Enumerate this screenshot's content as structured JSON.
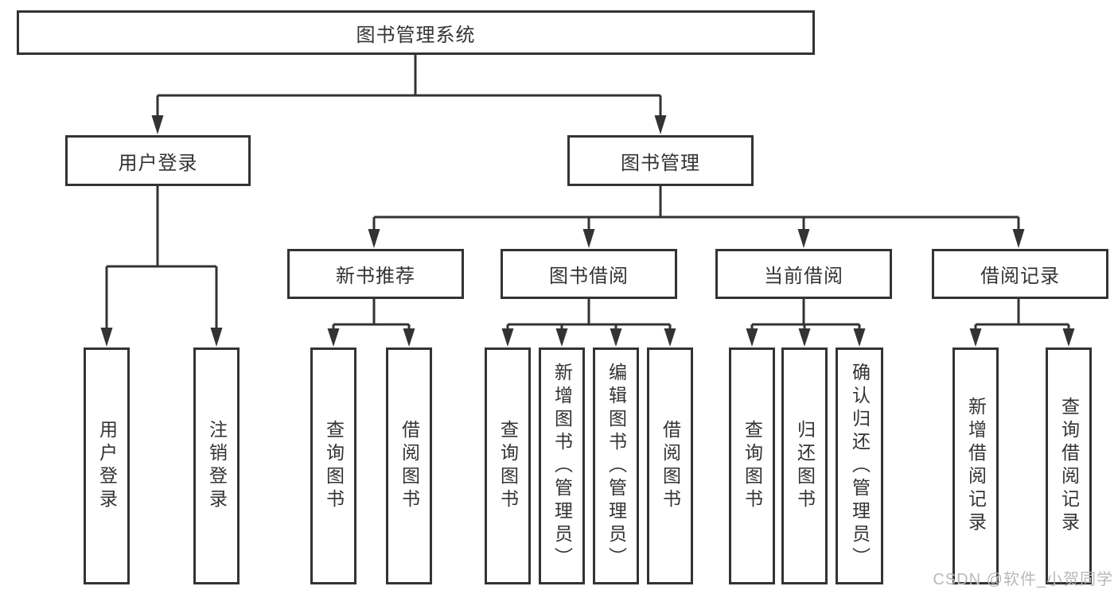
{
  "diagram": {
    "title": "图书管理系统",
    "root": "图书管理系统",
    "level2": [
      "用户登录",
      "图书管理"
    ],
    "level3": [
      "新书推荐",
      "图书借阅",
      "当前借阅",
      "借阅记录"
    ],
    "leaves": {
      "user_login": [
        "用户登录",
        "注销登录"
      ],
      "new_book_rec": [
        "查询图书",
        "借阅图书"
      ],
      "book_borrow": [
        "查询图书",
        "新增图书（管理员）",
        "编辑图书（管理员）",
        "借阅图书"
      ],
      "current_borrow": [
        "查询图书",
        "归还图书",
        "确认归还（管理员）"
      ],
      "borrow_records": [
        "新增借阅记录",
        "查询借阅记录"
      ]
    }
  },
  "watermark": "CSDN @软件_小贺同学",
  "colors": {
    "line": "#333333",
    "text": "#333333",
    "box_background": "#ffffff",
    "watermark": "#b9b9b9",
    "background": "#ffffff"
  }
}
